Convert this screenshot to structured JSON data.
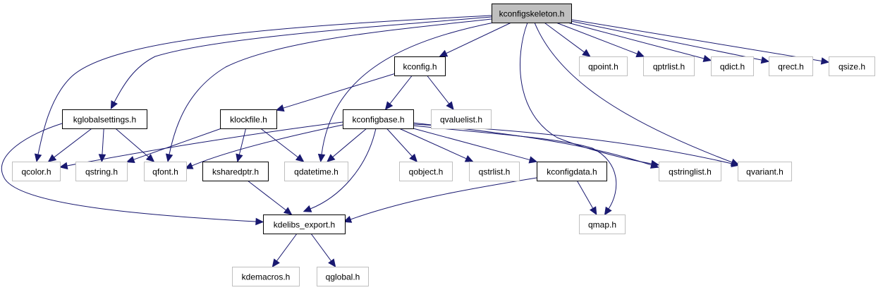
{
  "diagram": {
    "type": "include-dependency-graph",
    "colors": {
      "edge": "#191970",
      "root_fill": "#bfbfbf",
      "documented_border": "#000000",
      "external_border": "#bfbfbf"
    },
    "nodes": [
      {
        "id": "kconfigskeleton",
        "label": "kconfigskeleton.h",
        "kind": "root"
      },
      {
        "id": "kconfig",
        "label": "kconfig.h",
        "kind": "solid"
      },
      {
        "id": "kglobalsettings",
        "label": "kglobalsettings.h",
        "kind": "solid"
      },
      {
        "id": "klockfile",
        "label": "klockfile.h",
        "kind": "solid"
      },
      {
        "id": "kconfigbase",
        "label": "kconfigbase.h",
        "kind": "solid"
      },
      {
        "id": "qvaluelist",
        "label": "qvaluelist.h",
        "kind": "ext"
      },
      {
        "id": "qpoint",
        "label": "qpoint.h",
        "kind": "ext"
      },
      {
        "id": "qptrlist",
        "label": "qptrlist.h",
        "kind": "ext"
      },
      {
        "id": "qdict",
        "label": "qdict.h",
        "kind": "ext"
      },
      {
        "id": "qrect",
        "label": "qrect.h",
        "kind": "ext"
      },
      {
        "id": "qsize",
        "label": "qsize.h",
        "kind": "ext"
      },
      {
        "id": "qcolor",
        "label": "qcolor.h",
        "kind": "ext"
      },
      {
        "id": "qstring",
        "label": "qstring.h",
        "kind": "ext"
      },
      {
        "id": "qfont",
        "label": "qfont.h",
        "kind": "ext"
      },
      {
        "id": "ksharedptr",
        "label": "ksharedptr.h",
        "kind": "solid"
      },
      {
        "id": "qdatetime",
        "label": "qdatetime.h",
        "kind": "ext"
      },
      {
        "id": "qobject",
        "label": "qobject.h",
        "kind": "ext"
      },
      {
        "id": "qstrlist",
        "label": "qstrlist.h",
        "kind": "ext"
      },
      {
        "id": "kconfigdata",
        "label": "kconfigdata.h",
        "kind": "solid"
      },
      {
        "id": "qstringlist",
        "label": "qstringlist.h",
        "kind": "ext"
      },
      {
        "id": "qvariant",
        "label": "qvariant.h",
        "kind": "ext"
      },
      {
        "id": "kdelibs_export",
        "label": "kdelibs_export.h",
        "kind": "solid"
      },
      {
        "id": "qmap",
        "label": "qmap.h",
        "kind": "ext"
      },
      {
        "id": "kdemacros",
        "label": "kdemacros.h",
        "kind": "ext"
      },
      {
        "id": "qglobal",
        "label": "qglobal.h",
        "kind": "ext"
      }
    ],
    "edges": [
      {
        "from": "kconfigskeleton",
        "to": "kconfig"
      },
      {
        "from": "kconfigskeleton",
        "to": "kglobalsettings"
      },
      {
        "from": "kconfigskeleton",
        "to": "qcolor"
      },
      {
        "from": "kconfigskeleton",
        "to": "qfont"
      },
      {
        "from": "kconfigskeleton",
        "to": "qdatetime"
      },
      {
        "from": "kconfigskeleton",
        "to": "qpoint"
      },
      {
        "from": "kconfigskeleton",
        "to": "qptrlist"
      },
      {
        "from": "kconfigskeleton",
        "to": "qdict"
      },
      {
        "from": "kconfigskeleton",
        "to": "qrect"
      },
      {
        "from": "kconfigskeleton",
        "to": "qsize"
      },
      {
        "from": "kconfigskeleton",
        "to": "qstringlist"
      },
      {
        "from": "kconfigskeleton",
        "to": "qvariant"
      },
      {
        "from": "kconfig",
        "to": "klockfile"
      },
      {
        "from": "kconfig",
        "to": "kconfigbase"
      },
      {
        "from": "kconfig",
        "to": "qvaluelist"
      },
      {
        "from": "kglobalsettings",
        "to": "qcolor"
      },
      {
        "from": "kglobalsettings",
        "to": "qstring"
      },
      {
        "from": "kglobalsettings",
        "to": "qfont"
      },
      {
        "from": "kglobalsettings",
        "to": "kdelibs_export"
      },
      {
        "from": "klockfile",
        "to": "qstring"
      },
      {
        "from": "klockfile",
        "to": "ksharedptr"
      },
      {
        "from": "klockfile",
        "to": "qdatetime"
      },
      {
        "from": "kconfigbase",
        "to": "qcolor"
      },
      {
        "from": "kconfigbase",
        "to": "qfont"
      },
      {
        "from": "kconfigbase",
        "to": "qdatetime"
      },
      {
        "from": "kconfigbase",
        "to": "kdelibs_export"
      },
      {
        "from": "kconfigbase",
        "to": "qobject"
      },
      {
        "from": "kconfigbase",
        "to": "qstrlist"
      },
      {
        "from": "kconfigbase",
        "to": "kconfigdata"
      },
      {
        "from": "kconfigbase",
        "to": "qstringlist"
      },
      {
        "from": "kconfigbase",
        "to": "qvariant"
      },
      {
        "from": "kconfigbase",
        "to": "qmap"
      },
      {
        "from": "ksharedptr",
        "to": "kdelibs_export"
      },
      {
        "from": "kconfigdata",
        "to": "kdelibs_export"
      },
      {
        "from": "kconfigdata",
        "to": "qmap"
      },
      {
        "from": "kdelibs_export",
        "to": "kdemacros"
      },
      {
        "from": "kdelibs_export",
        "to": "qglobal"
      }
    ]
  }
}
